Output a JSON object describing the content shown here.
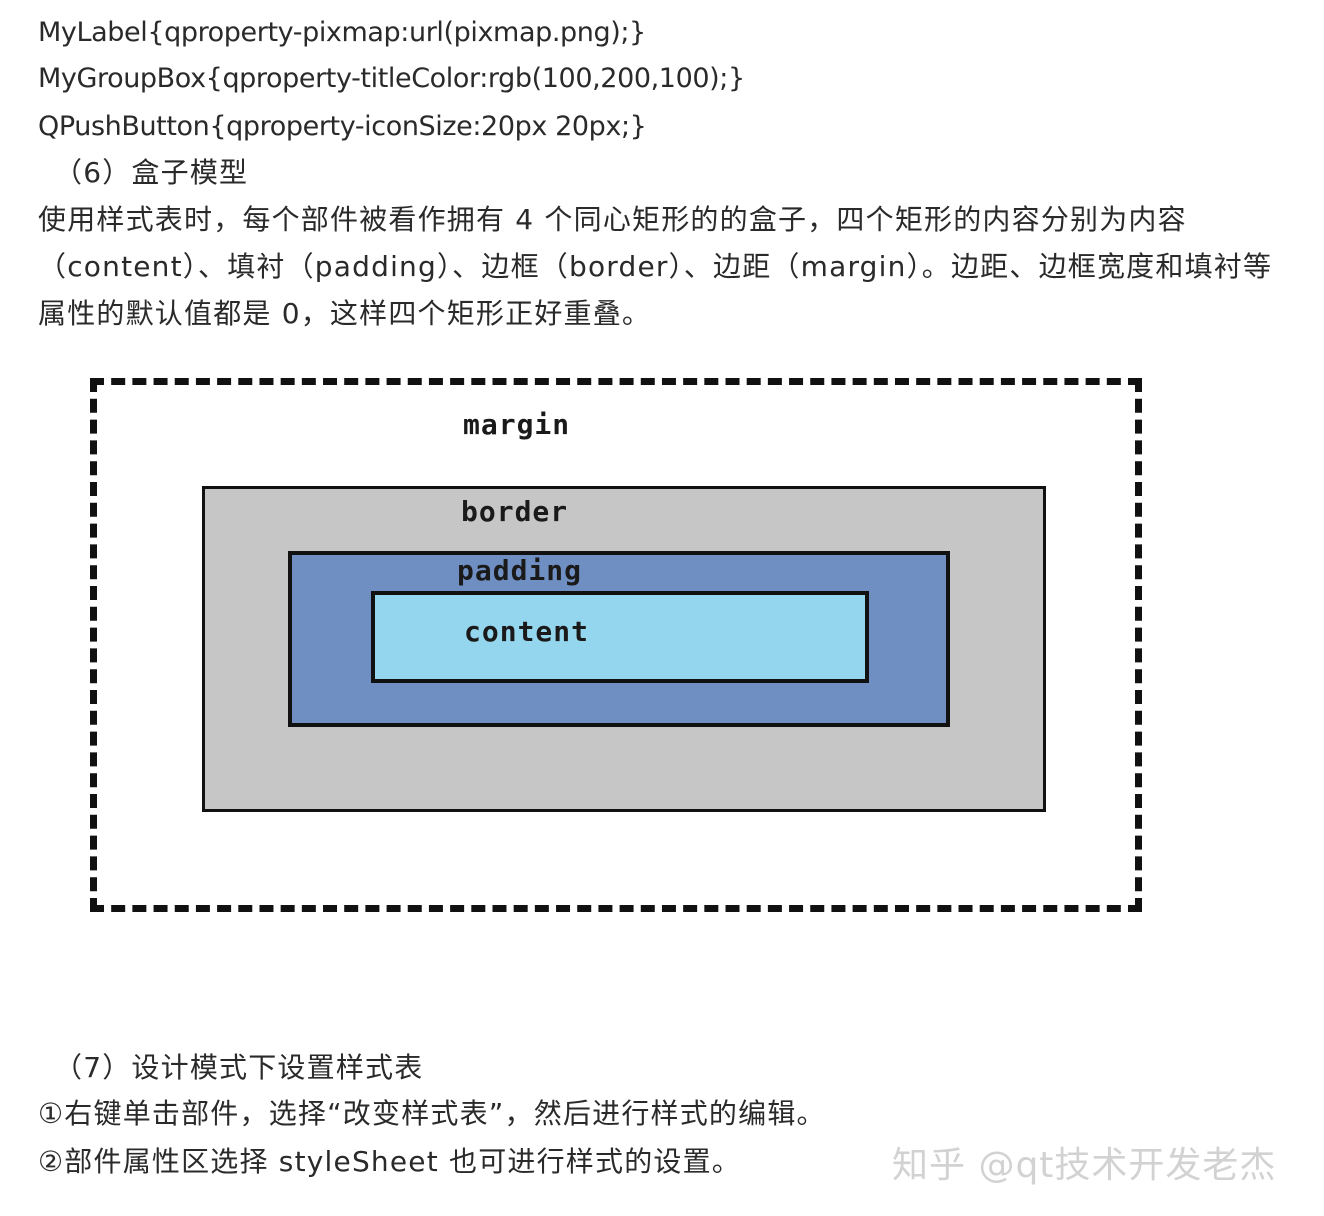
{
  "code_lines": [
    "MyLabel{qproperty-pixmap:url(pixmap.png);}",
    "MyGroupBox{qproperty-titleColor:rgb(100,200,100);}",
    "QPushButton{qproperty-iconSize:20px 20px;}"
  ],
  "section6": {
    "heading": "（6）盒子模型",
    "para_lines": [
      "使用样式表时，每个部件被看作拥有 4 个同心矩形的的盒子，四个矩形的内容分别为内容",
      "（content）、填衬（padding）、边框（border）、边距（margin）。边距、边框宽度和填衬等",
      "属性的默认值都是 0，这样四个矩形正好重叠。"
    ]
  },
  "diagram": {
    "margin_label": "margin",
    "border_label": "border",
    "padding_label": "padding",
    "content_label": "content",
    "colors": {
      "margin_bg": "#ffffff",
      "border_bg": "#c6c6c6",
      "padding_bg": "#6f8fc2",
      "content_bg": "#94d6ee",
      "outline": "#111111"
    }
  },
  "section7": {
    "heading": "（7）设计模式下设置样式表",
    "item1": "①右键单击部件，选择“改变样式表”，然后进行样式的编辑。",
    "item2": "②部件属性区选择 styleSheet 也可进行样式的设置。"
  },
  "watermark": "知乎 @qt技术开发老杰"
}
